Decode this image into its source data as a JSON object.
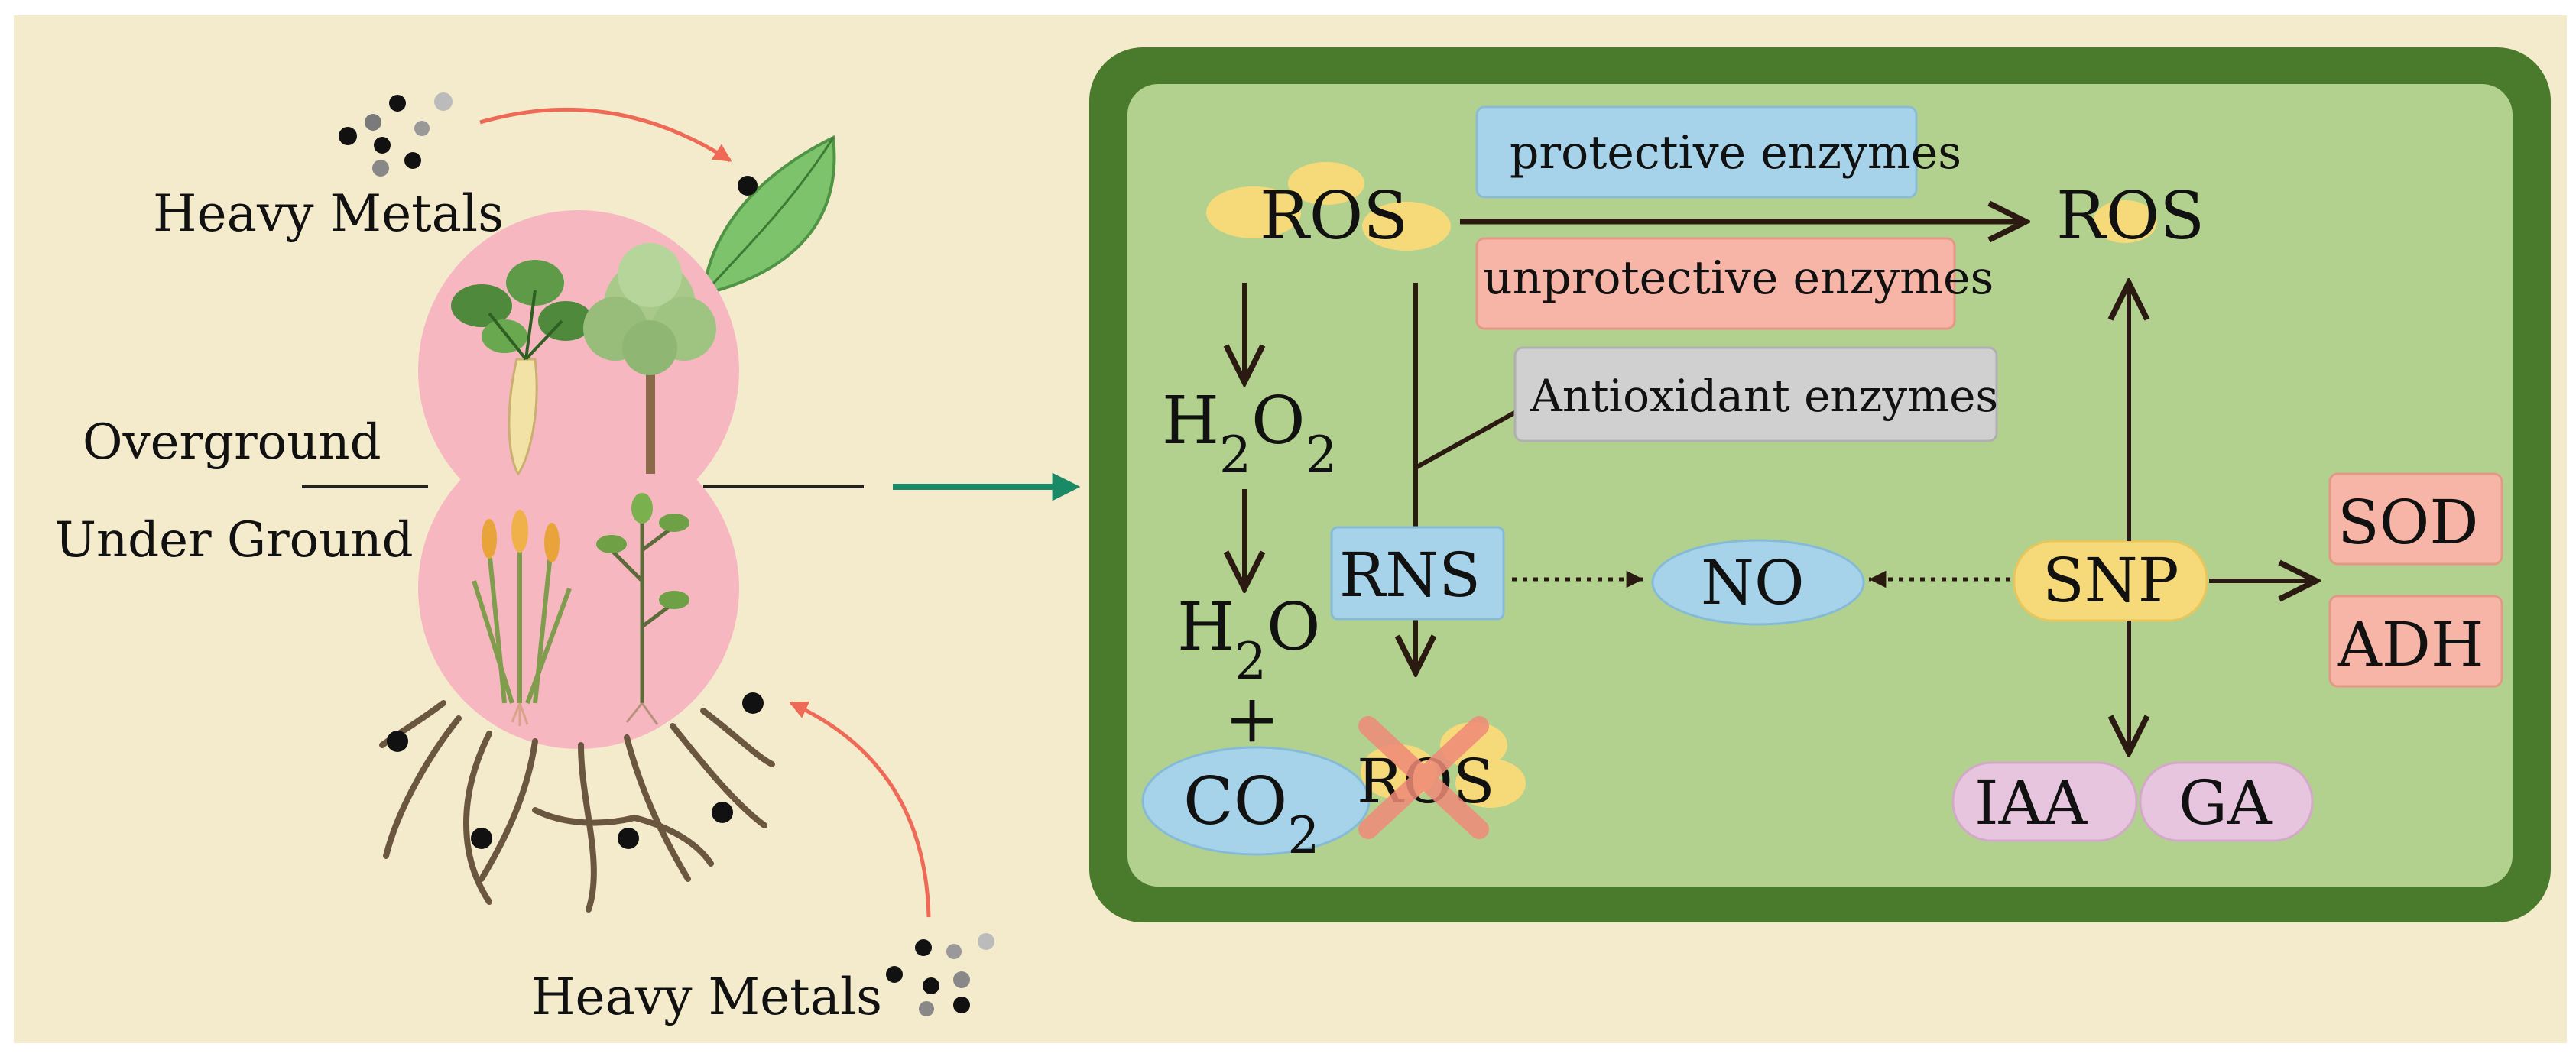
{
  "left_panel": {
    "heavy_metals_top": "Heavy Metals",
    "heavy_metals_bottom": "Heavy Metals",
    "overground": "Overground",
    "under_ground": "Under Ground"
  },
  "right_panel": {
    "ros_source": "ROS",
    "ros_target": "ROS",
    "ros_eliminated": "ROS",
    "protective_enzymes": "protective enzymes",
    "unprotective_enzymes": "unprotective enzymes",
    "antioxidant_enzymes": "Antioxidant enzymes",
    "h2o2": {
      "h": "H",
      "sub1": "2",
      "o": "O",
      "sub2": "2"
    },
    "h2o": {
      "h": "H",
      "sub1": "2",
      "o": "O"
    },
    "plus": "+",
    "co2": {
      "co": "CO",
      "sub": "2"
    },
    "rns": "RNS",
    "no": "NO",
    "snp": "SNP",
    "sod": "SOD",
    "adh": "ADH",
    "iaa": "IAA",
    "ga": "GA"
  },
  "colors": {
    "background": "#f4ebcd",
    "panel_border": "#4a7a2c",
    "panel_fill": "#b3d18e",
    "pink_bubble": "#f6b7c1",
    "blue_box": "#a6d3ea",
    "red_box": "#f6b5a6",
    "gray_box": "#d0d0d0",
    "yellow_pill": "#f6da79",
    "purple_pill": "#e7c5df",
    "green_arrow": "#1a8a66",
    "red_arrow": "#ee6a57",
    "dark_arrow": "#2b1a12"
  }
}
